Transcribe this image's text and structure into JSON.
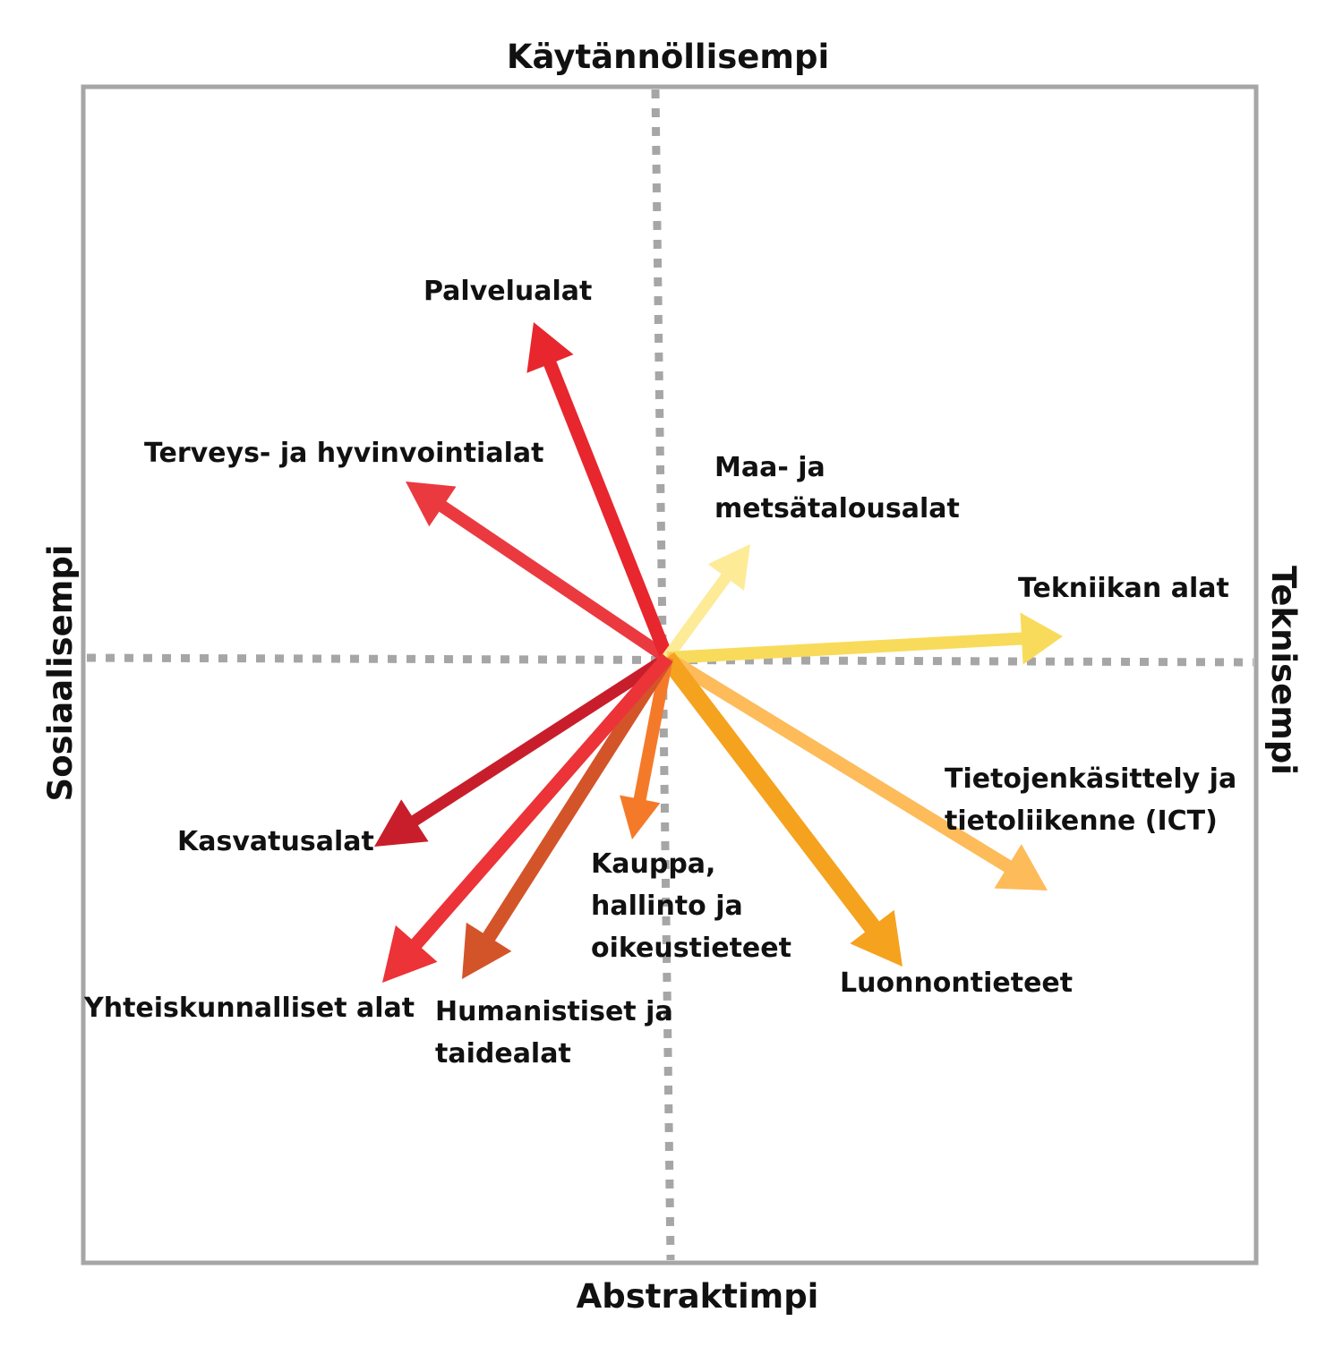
{
  "axes": {
    "top": "Käytännöllisempi",
    "bottom": "Abstraktimpi",
    "left": "Sosiaalisempi",
    "right": "Teknisempi"
  },
  "fields": [
    {
      "id": "palvelualat",
      "lines": [
        "Palvelualat"
      ],
      "color": "#E8262E"
    },
    {
      "id": "terveys",
      "lines": [
        "Terveys- ja hyvinvointialat"
      ],
      "color": "#EA3A40"
    },
    {
      "id": "maa",
      "lines": [
        "Maa- ja",
        "metsätalousalat"
      ],
      "color": "#FDEB98"
    },
    {
      "id": "tekniikka",
      "lines": [
        "Tekniikan alat"
      ],
      "color": "#F9DB5B"
    },
    {
      "id": "ict",
      "lines": [
        "Tietojenkäsittely ja",
        "tietoliikenne (ICT)"
      ],
      "color": "#FDBB5A"
    },
    {
      "id": "luonnontieteet",
      "lines": [
        "Luonnontieteet"
      ],
      "color": "#F5A21E"
    },
    {
      "id": "kauppa",
      "lines": [
        "Kauppa,",
        "hallinto ja",
        "oikeustieteet"
      ],
      "color": "#F47A2A"
    },
    {
      "id": "humanistiset",
      "lines": [
        "Humanistiset ja",
        "taidealat"
      ],
      "color": "#D4542A"
    },
    {
      "id": "yhteiskunnalliset",
      "lines": [
        "Yhteiskunnalliset alat"
      ],
      "color": "#EC3338"
    },
    {
      "id": "kasvatusalat",
      "lines": [
        "Kasvatusalat"
      ],
      "color": "#C81E2C"
    }
  ],
  "colors": {
    "frame": "#A6A6A6",
    "guides": "#A6A6A6"
  }
}
